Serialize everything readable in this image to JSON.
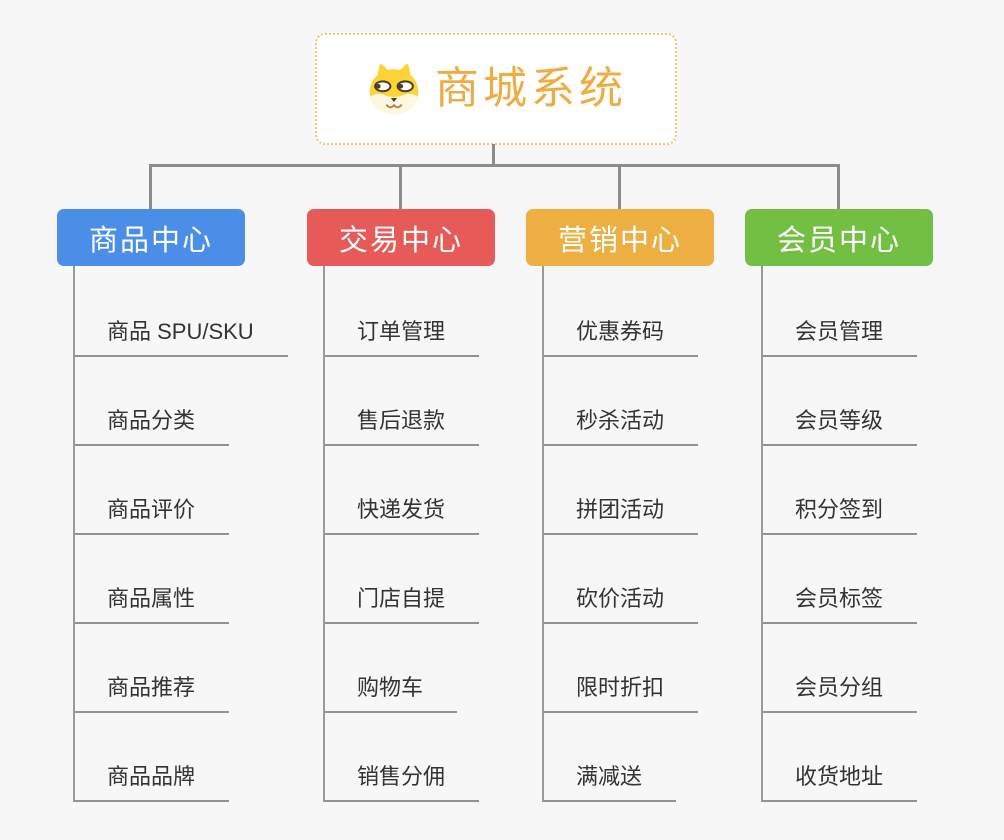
{
  "canvas": {
    "background": "#f7f7f7"
  },
  "root": {
    "title": "商城系统",
    "icon": "dog-face-icon",
    "text_color": "#EFAC42",
    "border_color": "#F6C468",
    "background": "#ffffff"
  },
  "connector_color": "#8c8c8c",
  "branches": [
    {
      "label": "商品中心",
      "color": "#4A8EE8",
      "children": [
        "商品 SPU/SKU",
        "商品分类",
        "商品评价",
        "商品属性",
        "商品推荐",
        "商品品牌"
      ]
    },
    {
      "label": "交易中心",
      "color": "#E65B57",
      "children": [
        "订单管理",
        "售后退款",
        "快递发货",
        "门店自提",
        "购物车",
        "销售分佣"
      ]
    },
    {
      "label": "营销中心",
      "color": "#EDAF41",
      "children": [
        "优惠券码",
        "秒杀活动",
        "拼团活动",
        "砍价活动",
        "限时折扣",
        "满减送"
      ]
    },
    {
      "label": "会员中心",
      "color": "#72BF44",
      "children": [
        "会员管理",
        "会员等级",
        "积分签到",
        "会员标签",
        "会员分组",
        "收货地址"
      ]
    }
  ]
}
